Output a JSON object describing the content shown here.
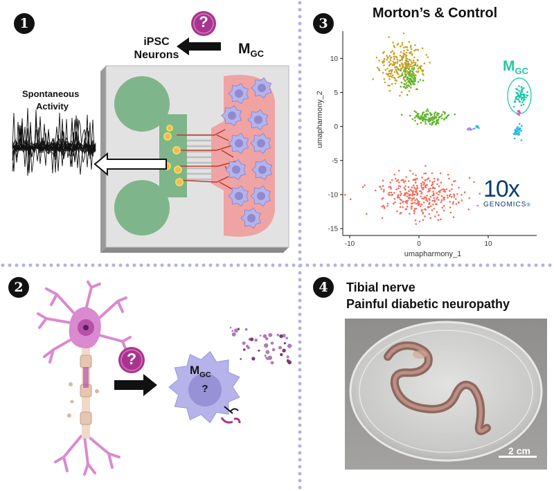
{
  "panels": {
    "p1": {
      "badge": "1",
      "ipsc_line1": "iPSC",
      "ipsc_line2": "Neurons",
      "question": "?",
      "mgc_main": "M",
      "mgc_sub": "GC",
      "spont_line1": "Spontaneous",
      "spont_line2": "Activity"
    },
    "p2": {
      "badge": "2",
      "question": "?",
      "mgc_main": "M",
      "mgc_sub": "GC",
      "inner_question": "?"
    },
    "p3": {
      "badge": "3",
      "title": "Morton’s & Control",
      "mgc_main": "M",
      "mgc_sub": "GC",
      "logo_main": "10x",
      "logo_sub": "GENOMICS",
      "logo_reg": "®"
    },
    "p4": {
      "badge": "4",
      "title_line1": "Tibial nerve",
      "title_line2": "Painful diabetic neuropathy",
      "scale_label": "2 cm"
    }
  },
  "chart_data": {
    "type": "scatter",
    "title": "Morton’s & Control",
    "xlabel": "umapharmony_1",
    "ylabel": "umapharmony_2",
    "xlim": [
      -11,
      17
    ],
    "ylim": [
      -16,
      14
    ],
    "xticks": [
      -10,
      0,
      10
    ],
    "yticks": [
      10,
      5,
      0,
      -5,
      -10,
      -15
    ],
    "grid": false,
    "clusters": [
      {
        "color": "#c9a227",
        "center": [
          -2.5,
          9
        ],
        "spread": [
          2.8,
          2.6
        ],
        "count": 260
      },
      {
        "color": "#5fb52a",
        "center": [
          -1.2,
          7.2
        ],
        "spread": [
          1.2,
          1.8
        ],
        "count": 90
      },
      {
        "color": "#5fb52a",
        "center": [
          1.5,
          1.3
        ],
        "spread": [
          2.5,
          0.9
        ],
        "count": 120
      },
      {
        "color": "#f26d5b",
        "center": [
          0,
          -10
        ],
        "spread": [
          5.5,
          2.8
        ],
        "count": 330
      },
      {
        "color": "#a78bd8",
        "center": [
          7.3,
          -0.4
        ],
        "spread": [
          0.5,
          0.25
        ],
        "count": 14
      },
      {
        "color": "#2bc0e4",
        "center": [
          8.5,
          -0.1
        ],
        "spread": [
          0.3,
          0.25
        ],
        "count": 10
      },
      {
        "color": "#1ec8a5",
        "center": [
          14.6,
          4.5
        ],
        "spread": [
          0.9,
          1.3
        ],
        "count": 60
      },
      {
        "color": "#e14fc4",
        "center": [
          14.3,
          1.9
        ],
        "spread": [
          0.25,
          0.5
        ],
        "count": 10
      },
      {
        "color": "#29b9e4",
        "center": [
          14.2,
          -0.6
        ],
        "spread": [
          0.5,
          0.9
        ],
        "count": 35
      }
    ],
    "highlight": {
      "label": "MGC",
      "center": [
        14.5,
        4.5
      ],
      "radii": [
        1.7,
        2.6
      ]
    }
  },
  "colors": {
    "divider": "#b3b1e6",
    "question": "#a9348f",
    "neuron": "#d98ad0",
    "macrophage": "#b5b3ea",
    "chamber_green": "#7fb58a",
    "chamber_pink": "#f0a3a3"
  }
}
